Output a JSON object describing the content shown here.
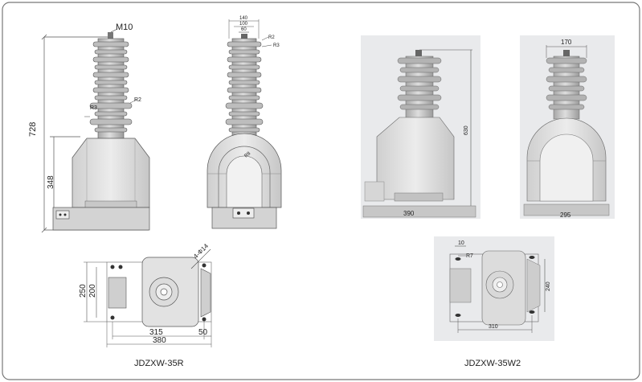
{
  "diagram": {
    "left_model": "JDZXW-35R",
    "right_model": "JDZXW-35W2",
    "labels": {
      "m10": "M10",
      "h728": "728",
      "h348": "348",
      "d60": "60",
      "r2": "R2",
      "r3": "R3",
      "d140": "140",
      "d100": "100",
      "d60b": "60",
      "d4_514": "4-Ф14",
      "d250": "250",
      "d200": "200",
      "d315": "315",
      "d380": "380",
      "d50": "50",
      "d630": "630",
      "d170": "170",
      "d390": "390",
      "d295": "295",
      "d10": "10",
      "r7": "R7",
      "d240": "240",
      "d310": "310"
    }
  }
}
